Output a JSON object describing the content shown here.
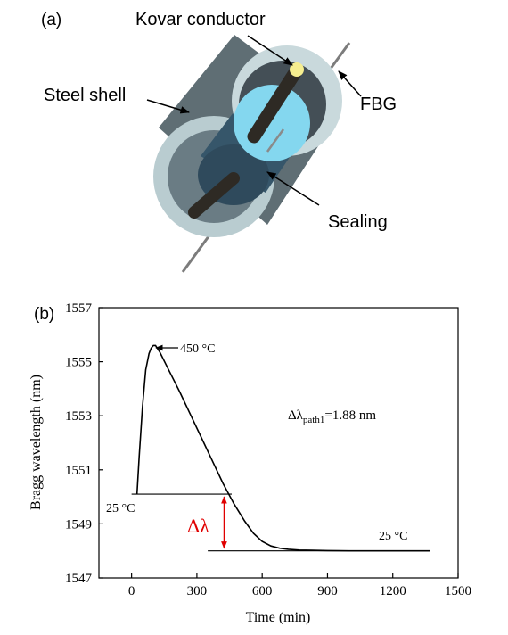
{
  "panel_a": {
    "label": "(a)",
    "annotations": {
      "kovar": "Kovar conductor",
      "steel": "Steel shell",
      "fbg": "FBG",
      "sealing": "Sealing"
    },
    "colors": {
      "outer_ring": "#c9d9dc",
      "shell_body": "#5f6e74",
      "shell_inner": "#3f4c53",
      "sealing": "#36566a",
      "sealing_face": "#84d7ef",
      "conductor": "#2e2a24",
      "conductor_tip": "#f6ee8f",
      "fiber": "#7c7c7c"
    }
  },
  "panel_b": {
    "label": "(b)",
    "chart_data": {
      "type": "line",
      "xlabel": "Time (min)",
      "ylabel": "Bragg wavelength (nm)",
      "xlim": [
        -150,
        1500
      ],
      "ylim": [
        1547,
        1557
      ],
      "xticks": [
        0,
        300,
        600,
        900,
        1200,
        1500
      ],
      "yticks": [
        1547,
        1549,
        1551,
        1553,
        1555,
        1557
      ],
      "grid": false,
      "series": [
        {
          "x": [
            25,
            35,
            50,
            65,
            80,
            90,
            100,
            110,
            130,
            170,
            220,
            270,
            320,
            370,
            420,
            470,
            520,
            560,
            600,
            640,
            680,
            720,
            770,
            830,
            900,
            1000,
            1100,
            1200,
            1370
          ],
          "y": [
            1550.1,
            1551.5,
            1553.3,
            1554.7,
            1555.3,
            1555.5,
            1555.6,
            1555.6,
            1555.35,
            1554.7,
            1553.9,
            1553.05,
            1552.2,
            1551.35,
            1550.5,
            1549.75,
            1549.1,
            1548.65,
            1548.35,
            1548.18,
            1548.1,
            1548.06,
            1548.03,
            1548.02,
            1548.01,
            1548.0,
            1548.0,
            1548.0,
            1548.0
          ]
        }
      ],
      "annotations": {
        "peak": "450 °C",
        "start": "25 °C",
        "end": "25 °C",
        "shift_symbol": "Δλ",
        "shift_value": "Δλpath1=1.88 nm"
      },
      "reference_lines": {
        "start_level": 1550.1,
        "end_level": 1548.0
      }
    },
    "colors": {
      "curve": "#000000",
      "shift_arrow": "#e00000"
    }
  }
}
